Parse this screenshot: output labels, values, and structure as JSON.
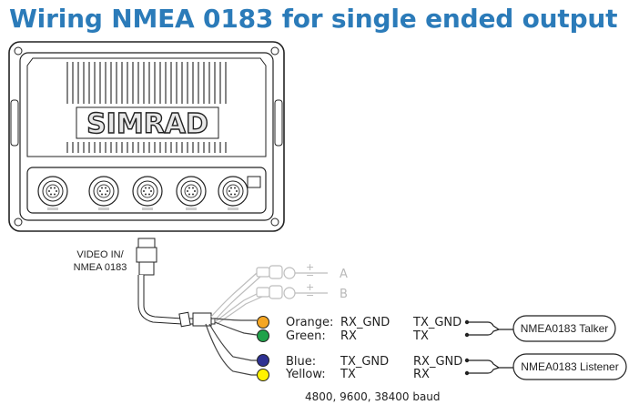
{
  "title": "Wiring NMEA 0183 for single ended output",
  "device": {
    "brand": "SIMRAD",
    "port_label_line1": "VIDEO IN/",
    "port_label_line2": "NMEA 0183"
  },
  "video_channels": [
    {
      "label": "A",
      "plus": "+",
      "minus": "−"
    },
    {
      "label": "B",
      "plus": "+",
      "minus": "−"
    }
  ],
  "wires": [
    {
      "color_name": "Orange:",
      "signal": "RX_GND",
      "color": "#F5A623"
    },
    {
      "color_name": "Green:",
      "signal": "RX",
      "color": "#1FA24A"
    },
    {
      "color_name": "Blue:",
      "signal": "TX_GND",
      "color": "#2E3192"
    },
    {
      "color_name": "Yellow:",
      "signal": "TX",
      "color": "#FFF200"
    }
  ],
  "talker": {
    "pins": [
      "TX_GND",
      "TX"
    ],
    "label": "NMEA0183 Talker"
  },
  "listener": {
    "pins": [
      "RX_GND",
      "RX"
    ],
    "label": "NMEA0183 Listener"
  },
  "baud": "4800, 9600, 38400 baud"
}
